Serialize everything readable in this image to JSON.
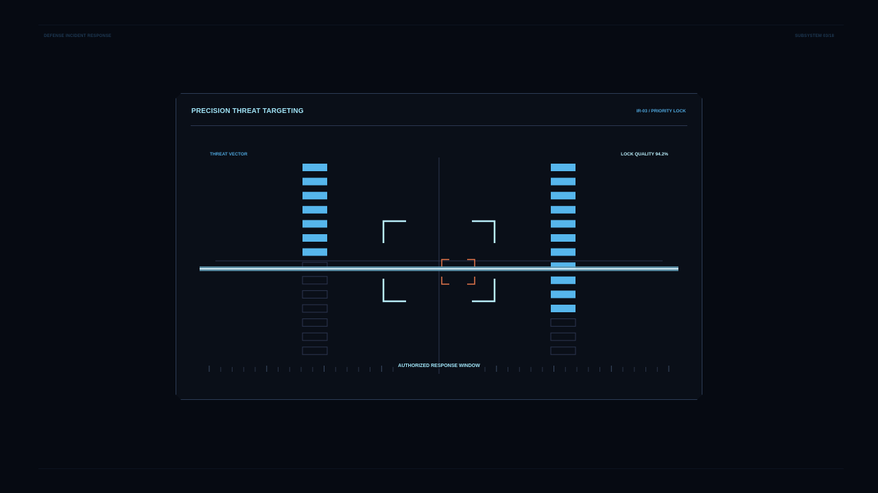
{
  "header": {
    "left_label": "DEFENSE INCIDENT RESPONSE",
    "right_label": "SUBSYSTEM 03/18"
  },
  "panel": {
    "title": "PRECISION THREAT TARGETING",
    "subtitle": "IR-03 / PRIORITY LOCK",
    "threat_label": "THREAT VECTOR",
    "lock_quality_label": "LOCK QUALITY 94.2%",
    "bottom_label": "AUTHORIZED RESPONSE WINDOW"
  },
  "meters": {
    "left": {
      "total_segments": 14,
      "filled_segments": 7
    },
    "right": {
      "total_segments": 14,
      "filled_segments": 11
    }
  },
  "colors": {
    "accent": "#56b6ec",
    "title": "#9fe2f5",
    "reticle": "#b8ecf8",
    "target": "#e3764a",
    "frame": "#2c3c55"
  }
}
